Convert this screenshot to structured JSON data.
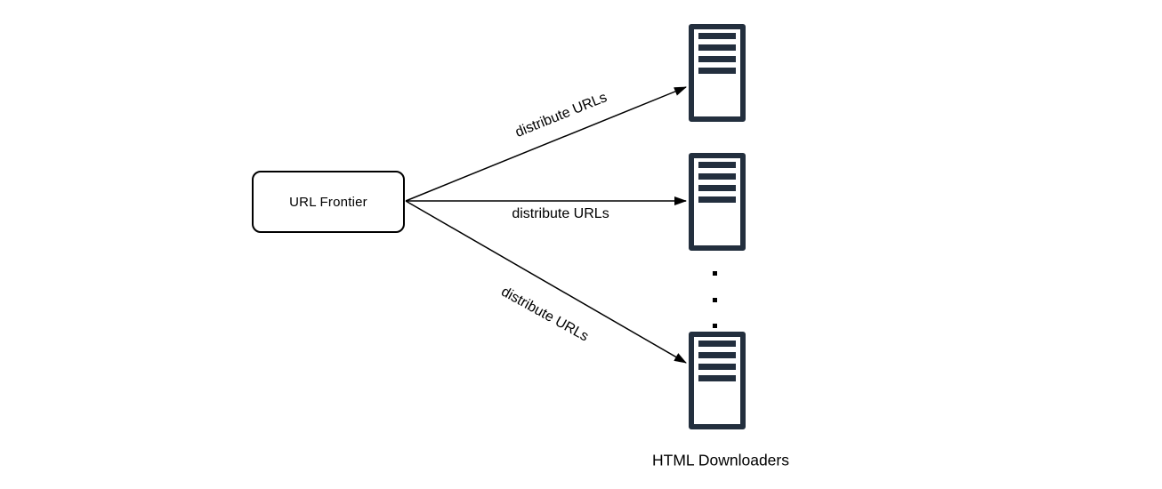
{
  "diagram": {
    "nodes": {
      "frontier": {
        "label": "URL Frontier"
      },
      "downloaders": {
        "caption": "HTML Downloaders",
        "servers_visible": 3,
        "ellipsis_between_last_two": true
      }
    },
    "edges": [
      {
        "from": "URL Frontier",
        "to": "HTML Downloader 1",
        "label": "distribute URLs"
      },
      {
        "from": "URL Frontier",
        "to": "HTML Downloader 2",
        "label": "distribute URLs"
      },
      {
        "from": "URL Frontier",
        "to": "HTML Downloader 3",
        "label": "distribute URLs"
      }
    ],
    "colors": {
      "server_icon": "#232F3E",
      "line": "#000000",
      "background": "#FFFFFF"
    }
  }
}
